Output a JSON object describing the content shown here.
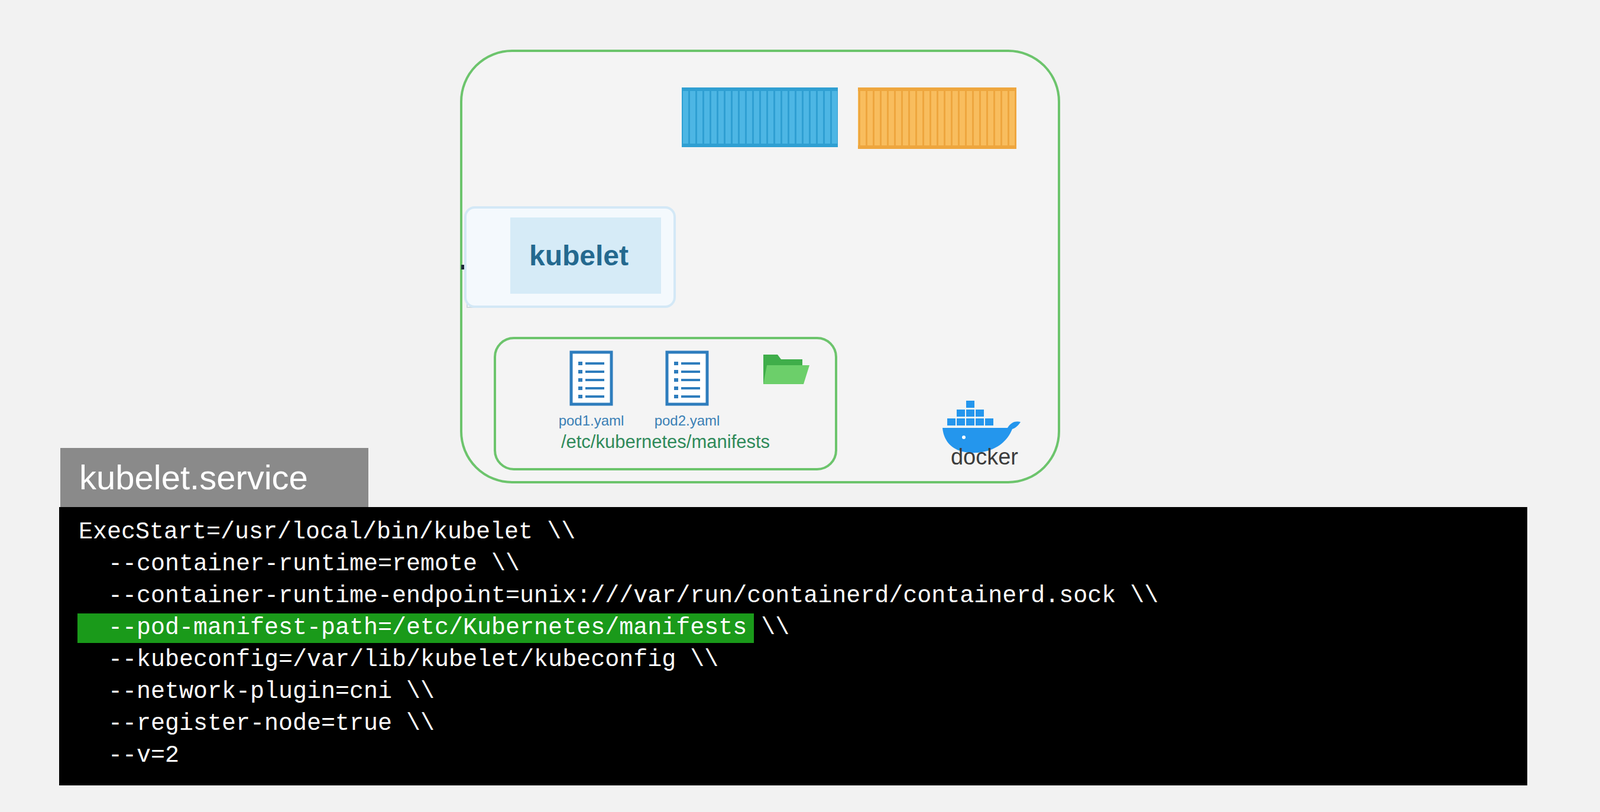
{
  "diagram": {
    "nodes": [
      {
        "text": [
          "kubelet"
        ]
      },
      {
        "text": [
          "/etc/kubernetes/manifests"
        ]
      },
      {
        "text": [
          "pod1.yaml"
        ],
        "in": 1
      },
      {
        "text": [
          "pod2.yaml"
        ],
        "in": 1
      },
      {
        "text": [
          "kubelet.service",
          "ExecStart=/usr/local/bin/kubelet \\\\",
          "--container-runtime=remote \\\\",
          "--container-runtime-endpoint=unix:///var/run/containerd/containerd.sock \\\\",
          "--pod-manifest-path=/etc/Kubernetes/manifests \\\\",
          "--kubeconfig=/var/lib/kubelet/kubeconfig \\\\",
          "--network-plugin=cni \\\\",
          "--register-node=true \\\\",
          "--v=2"
        ]
      }
    ],
    "labels": [
      "docker"
    ]
  }
}
